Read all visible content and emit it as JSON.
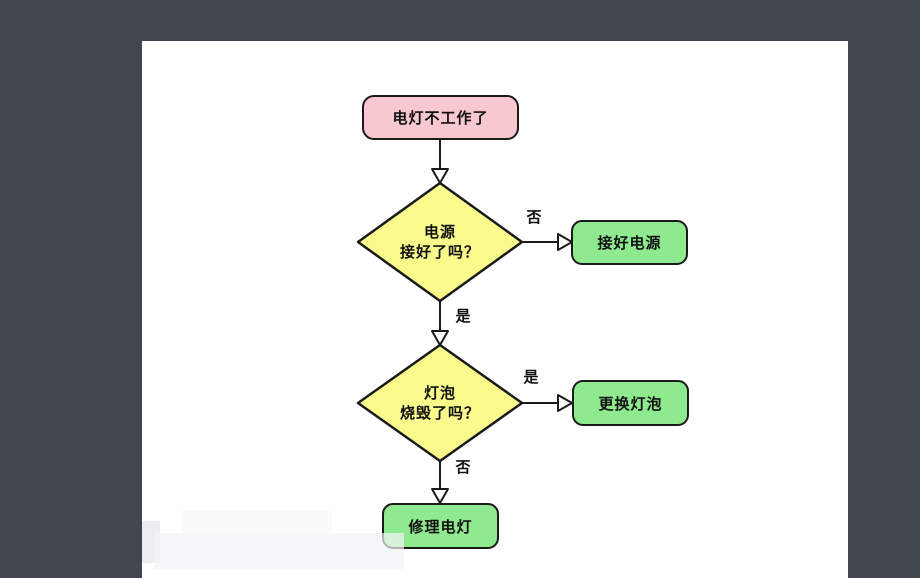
{
  "page": {
    "background": "#42464F",
    "canvas_background": "#FFFFFF"
  },
  "colors": {
    "start_fill": "#F8C8D0",
    "decision_fill": "#FAFA8C",
    "action_fill": "#8FE98F",
    "border": "#1A1A1A",
    "line": "#1A1A1A",
    "arrowhead_fill": "#FFFFFF"
  },
  "flowchart": {
    "start": {
      "label": "电灯不工作了"
    },
    "decision_power": {
      "line1": "电源",
      "line2": "接好了吗？"
    },
    "decision_bulb": {
      "line1": "灯泡",
      "line2": "烧毁了吗？"
    },
    "action_connect_power": {
      "label": "接好电源"
    },
    "action_replace_bulb": {
      "label": "更换灯泡"
    },
    "action_repair_lamp": {
      "label": "修理电灯"
    },
    "edges": {
      "power_no": "否",
      "power_yes": "是",
      "bulb_yes": "是",
      "bulb_no": "否"
    }
  }
}
